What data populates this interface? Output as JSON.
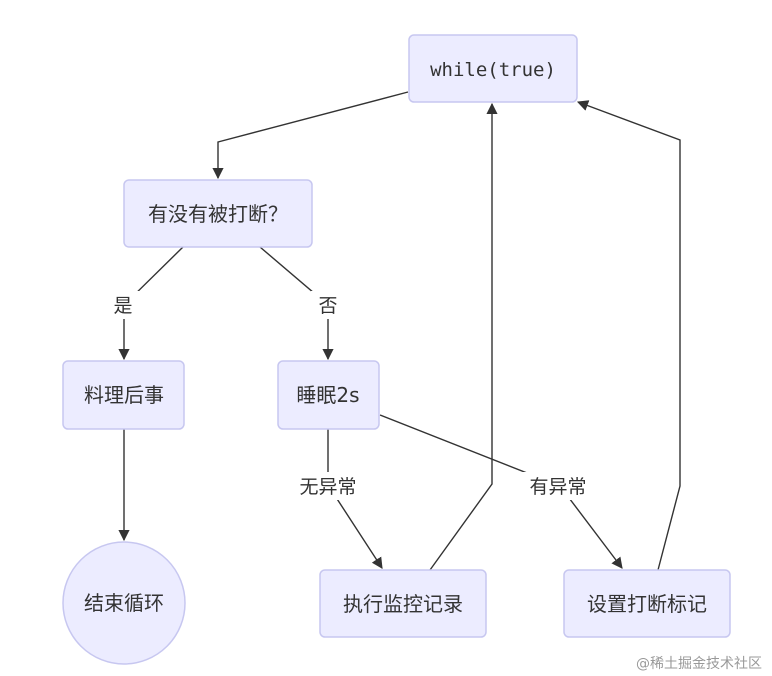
{
  "nodes": {
    "loop": "while(true)",
    "check": "有没有被打断？",
    "cleanup": "料理后事",
    "sleep": "睡眠2s",
    "end": "结束循环",
    "monitor": "执行监控记录",
    "setflag": "设置打断标记"
  },
  "edges": {
    "yes": "是",
    "no": "否",
    "no_exception": "无异常",
    "has_exception": "有异常"
  },
  "colors": {
    "node_fill": "#ECECFF",
    "node_stroke": "#C7C7F0",
    "edge": "#333333",
    "text": "#333333"
  },
  "watermark": "@稀土掘金技术社区"
}
